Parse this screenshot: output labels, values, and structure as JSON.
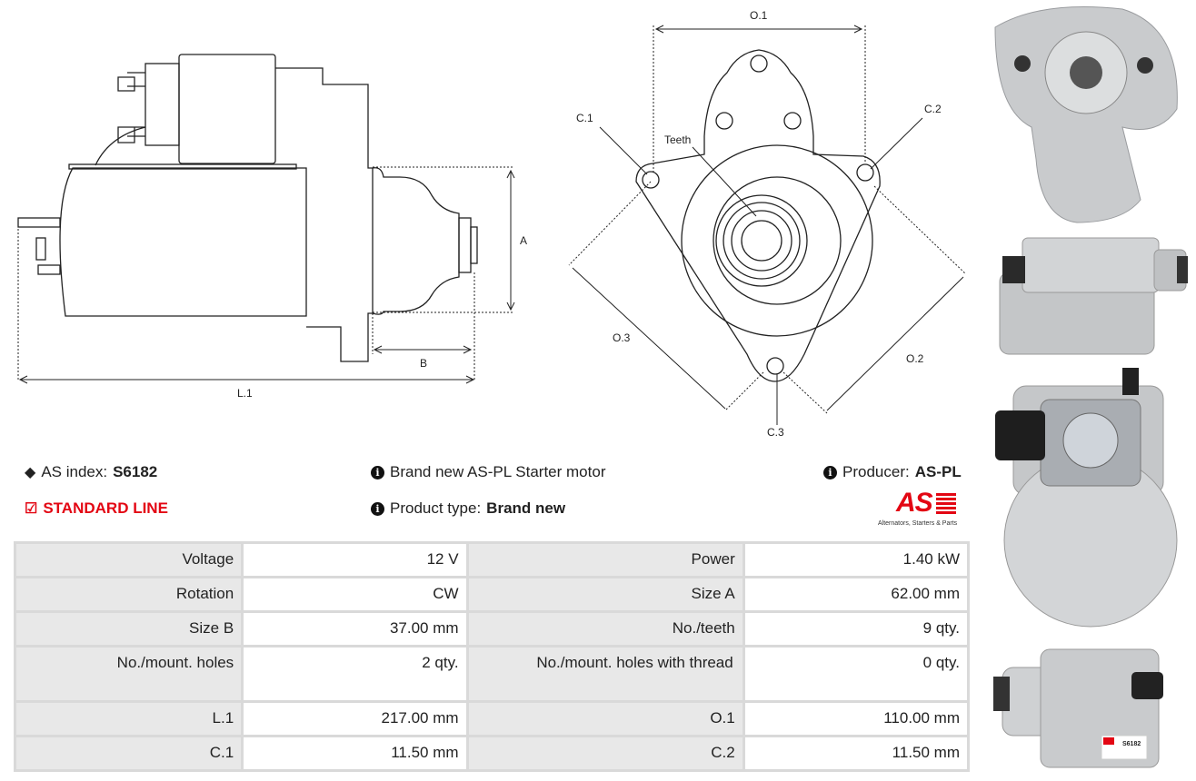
{
  "diagram_side": {
    "labels": {
      "a": "A",
      "b": "B",
      "l1": "L.1"
    }
  },
  "diagram_front": {
    "labels": {
      "o1": "O.1",
      "o2": "O.2",
      "o3": "O.3",
      "c1": "C.1",
      "c2": "C.2",
      "c3": "C.3",
      "teeth": "Teeth"
    }
  },
  "info": {
    "as_index_label": "AS index:",
    "as_index_value": "S6182",
    "standard_line": "STANDARD LINE",
    "description": "Brand new AS-PL Starter motor",
    "product_type_label": "Product type:",
    "product_type_value": "Brand new",
    "producer_label": "Producer:",
    "producer_value": "AS-PL"
  },
  "logo": {
    "text": "AS",
    "tagline": "Alternators, Starters & Parts",
    "color": "#e30613"
  },
  "photo_label": {
    "code": "S6182"
  },
  "specs": [
    {
      "l1": "Voltage",
      "v1": "12 V",
      "l2": "Power",
      "v2": "1.40 kW"
    },
    {
      "l1": "Rotation",
      "v1": "CW",
      "l2": "Size A",
      "v2": "62.00 mm"
    },
    {
      "l1": "Size B",
      "v1": "37.00 mm",
      "l2": "No./teeth",
      "v2": "9 qty."
    },
    {
      "l1": "No./mount. holes",
      "v1": "2 qty.",
      "l2": "No./mount. holes with thread",
      "v2": "0 qty."
    },
    {
      "l1": "L.1",
      "v1": "217.00 mm",
      "l2": "O.1",
      "v2": "110.00 mm"
    },
    {
      "l1": "C.1",
      "v1": "11.50 mm",
      "l2": "C.2",
      "v2": "11.50 mm"
    }
  ]
}
